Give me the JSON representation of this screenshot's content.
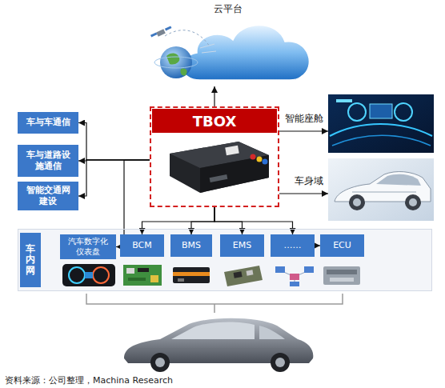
{
  "diagram": {
    "caption": "资料来源：公司整理，Machina Research",
    "nodes": [
      {
        "text": [
          "云平台"
        ]
      },
      {
        "text": [
          "TBOX"
        ]
      },
      {
        "text": [
          "车与车通信"
        ]
      },
      {
        "text": [
          "车与道路设施通信"
        ]
      },
      {
        "text": [
          "智能交通网建设"
        ]
      },
      {
        "text": [
          "智能座舱"
        ]
      },
      {
        "text": [
          "车身域"
        ]
      },
      {
        "text": [
          "车内网"
        ]
      },
      {
        "text": [
          "汽车数字化仪表盘"
        ],
        "in": 7
      },
      {
        "text": [
          "BCM"
        ],
        "in": 7
      },
      {
        "text": [
          "BMS"
        ],
        "in": 7
      },
      {
        "text": [
          "EMS"
        ],
        "in": 7
      },
      {
        "text": [
          "……"
        ],
        "in": 7
      },
      {
        "text": [
          "ECU"
        ],
        "in": 7
      }
    ],
    "edges": [
      {
        "from": 1,
        "to": 0,
        "arrow": "to"
      },
      {
        "from": 1,
        "to": 2,
        "arrow": "to"
      },
      {
        "from": 1,
        "to": 3,
        "arrow": "to"
      },
      {
        "from": 1,
        "to": 4,
        "arrow": "to"
      },
      {
        "from": 1,
        "to": 5,
        "arrow": "to"
      },
      {
        "from": 1,
        "to": 6,
        "arrow": "to"
      },
      {
        "from": 1,
        "to": 8,
        "arrow": "to"
      },
      {
        "from": 1,
        "to": 9,
        "arrow": "to"
      },
      {
        "from": 1,
        "to": 10,
        "arrow": "to"
      },
      {
        "from": 1,
        "to": 11,
        "arrow": "to"
      },
      {
        "from": 1,
        "to": 12,
        "arrow": "to"
      },
      {
        "from": 1,
        "to": 13,
        "arrow": "to"
      }
    ]
  }
}
